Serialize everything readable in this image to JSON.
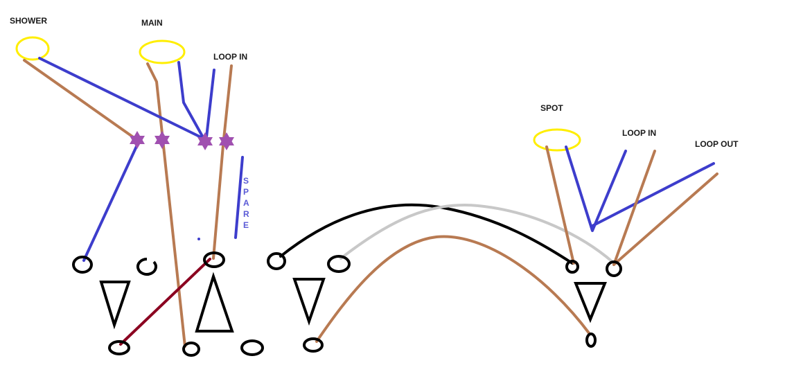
{
  "labels": {
    "shower": "SHOWER",
    "main": "MAIN",
    "loop_in_left": "LOOP IN",
    "spot": "SPOT",
    "loop_in_right": "LOOP IN",
    "loop_out": "LOOP OUT",
    "spare": [
      "S",
      "P",
      "A",
      "R",
      "E"
    ]
  },
  "colors": {
    "brown": "#b87a52",
    "blue": "#3d3dcc",
    "black": "#000000",
    "grey": "#c8c8c8",
    "dark_red": "#8b0020",
    "yellow": "#ffee00",
    "purple": "#a050b0",
    "spare_text": "#5a5ad6"
  }
}
